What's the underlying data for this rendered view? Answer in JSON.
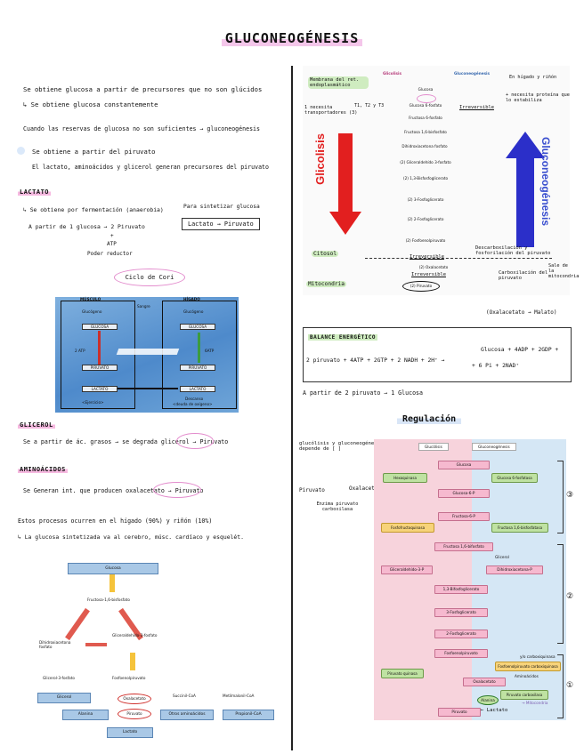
{
  "title": "GLUCONEOGÉNESIS",
  "left": {
    "intro": [
      "Se obtiene glucosa a partir de precursores que no son glúcidos",
      "↳ Se obtiene glucosa constantemente",
      "Cuando las reservas de glucosa no son suficientes → gluconeogénesis",
      "Se obtiene a partir del piruvato",
      "El lactato, aminoácidos y glicerol generan precursores del piruvato"
    ],
    "lactato": {
      "heading": "LACTATO",
      "lines": [
        "↳ Se obtiene por fermentación (anaerobia)",
        "A partir de 1 glucosa → 2 Piruvato"
      ],
      "note": "Para sintetizar glucosa",
      "box": "Lactato → Piruvato",
      "sub": [
        "+",
        "ATP",
        "Poder reductor"
      ]
    },
    "cori": {
      "heading": "Ciclo de Cori",
      "musculo": "MÚSCULO",
      "sangre": "Sangre",
      "higado": "HÍGADO",
      "glucogeno": "Glucógeno",
      "glucosa": "GLUCOSA",
      "atp2": "2 ATP",
      "atp6": "6ATP",
      "piruvato": "PIRUVATO",
      "lactato": "LACTATO",
      "ejercicio": "<Ejercicio>",
      "descanso": "Descanso",
      "deuda": "<deuda de oxígeno>"
    },
    "glicerol": {
      "heading": "GLICEROL",
      "line": "Se a partir de ác. grasos → se degrada glicerol → Piruvato"
    },
    "aminoacidos": {
      "heading": "AMINOÁCIDOS",
      "line": "Se Generan int. que producen oxalacetato → Piruvato"
    },
    "outro": [
      "Estos procesos ocurren en el hígado (90%) y riñón (10%)",
      "↳ La glucosa sintetizada va al cerebro, músc. cardíaco y esquelét."
    ],
    "diagram": {
      "glucosa": "Glucosa",
      "fructosa": "Fructosa-1,6-bisfosfato",
      "dihidroxi": "Dihidroxiacetona fosfato",
      "gliceraldehido": "Gliceraldehído-3-fosfato",
      "glicerol3": "Glicerol-3-fosfato",
      "glicerol": "Glicerol",
      "fosfoenol": "Fosfoenolpiruvato",
      "oxalacetato": "Oxalacetato",
      "succinil": "Succinil-CoA",
      "metilmalonil": "Metilmalonil-CoA",
      "piruvato": "Piruvato",
      "otros": "Otros aminoácidos",
      "propionil": "Propionil-CoA",
      "alanina": "Alanina",
      "lactato": "Lactato"
    }
  },
  "right": {
    "top": {
      "membrana": "Membrana del ret. endoplasmático",
      "transport": "1 necesita transportadores (3)",
      "t123": "T1, T2 y T3",
      "glicolisis_title": "Glicolisis",
      "gluconeo_title": "Gluconeogénesis",
      "glicolisis": "Glicolisis",
      "gluconeogenesis": "Gluconeogénesis",
      "higado": "En hígado y riñón",
      "proteina": "+ necesita proteína que lo estabiliza",
      "irreversible1": "Irreversible",
      "irreversible2": "Irreversible",
      "irreversible3": "Irreversible",
      "citosol": "Citosol",
      "mitocondria": "Mitocondria",
      "descarbox": "Descarboxilación y fosforilación del piruvato",
      "carbox": "Carboxilación del piruvato",
      "sale": "Sale de la mitocondria",
      "oxalacetato_malato": "(Oxalacetato → Malato)",
      "steps": [
        "Glucosa",
        "Glucosa 6-fosfato",
        "Fructosa 6-fosfato",
        "Fructosa 1,6-bisfosfato",
        "Dihidroxiacetona fosfato",
        "(2) Gliceraldehído 3-fosfato",
        "(2) 1,3-Bisfosfoglicerato",
        "(2) 3-Fosfoglicerato",
        "(2) 2-Fosfoglicerato",
        "(2) Fosfoenolpiruvato",
        "(2) Oxalacetato",
        "(2) Piruvato"
      ]
    },
    "balance": {
      "heading": "BALANCE ENERGÉTICO",
      "left": "2 piruvato + 4ATP + 2GTP + 2 NADH + 2H⁺ →",
      "right1": "Glucosa + 4ADP + 2GDP +",
      "right2": "+ 6 Pi + 2NAD⁺",
      "after": "A partir de 2 piruvato → 1 Glucosa"
    },
    "regulacion": {
      "heading": "Regulación",
      "depende": "glucólisis y gluconeogénesis depende de [ ]",
      "piruvato": "Piruvato",
      "oxalacetato": "Oxalacetato",
      "enzima": "Enzima piruvato carboxilasa",
      "glucolisis_col": "Glucólisis",
      "gluconeo_col": "Gluconeogénesis",
      "glicerol": "Glicerol",
      "lactato": "← Lactato",
      "carbox_note": "y/o carboxiquinasa",
      "aminoacidos": "Aminoácidos",
      "mitocondria": "→ Mitocondria",
      "nums": [
        "①",
        "②",
        "③"
      ],
      "enzymes": [
        "Hexoquinasa",
        "Glucosa 6-fosfatasa",
        "Fosfofructoquinasa",
        "Fructosa 1,6-bisfosfatasa",
        "Piruvato quinasa",
        "Fosfoenolpiruvato carboxiquinasa",
        "Piruvato carboxilasa"
      ],
      "metabolites": [
        "Glucosa",
        "Glucosa-6-P",
        "Fructosa-6-P",
        "Fructosa 1,6-bifosfato",
        "Gliceraldehído-3-P",
        "Dihidroxiacetona-P",
        "1,3-Bifosfoglicerato",
        "3-Fosfoglicerato",
        "2-Fosfoglicerato",
        "Fosfoenolpiruvato",
        "Oxalacetato",
        "Piruvato",
        "Alanina"
      ]
    }
  }
}
